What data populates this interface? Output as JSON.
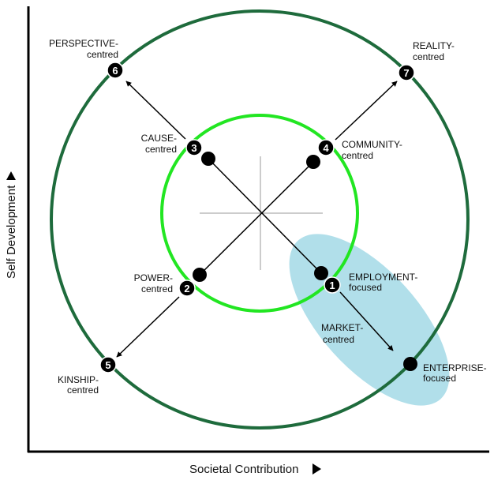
{
  "axes": {
    "x_label": "Societal Contribution",
    "y_label": "Self Development"
  },
  "nodes": [
    {
      "id": "1",
      "line1": "EMPLOYMENT-",
      "line2": "focused"
    },
    {
      "id": "2",
      "line1": "POWER-",
      "line2": "centred"
    },
    {
      "id": "3",
      "line1": "CAUSE-",
      "line2": "centred"
    },
    {
      "id": "4",
      "line1": "COMMUNITY-",
      "line2": "centred"
    },
    {
      "id": "5",
      "line1": "KINSHIP-",
      "line2": "centred"
    },
    {
      "id": "6",
      "line1": "PERSPECTIVE-",
      "line2": "centred"
    },
    {
      "id": "7",
      "line1": "REALITY-",
      "line2": "centred"
    }
  ],
  "extra_labels": {
    "market_line1": "MARKET-",
    "market_line2": "centred",
    "enterprise_line1": "ENTERPRISE-",
    "enterprise_line2": "focused"
  },
  "colors": {
    "outer_circle": "#1e6b3c",
    "inner_circle": "#22e622",
    "ellipse": "#a8dbe8",
    "node": "#000000"
  }
}
